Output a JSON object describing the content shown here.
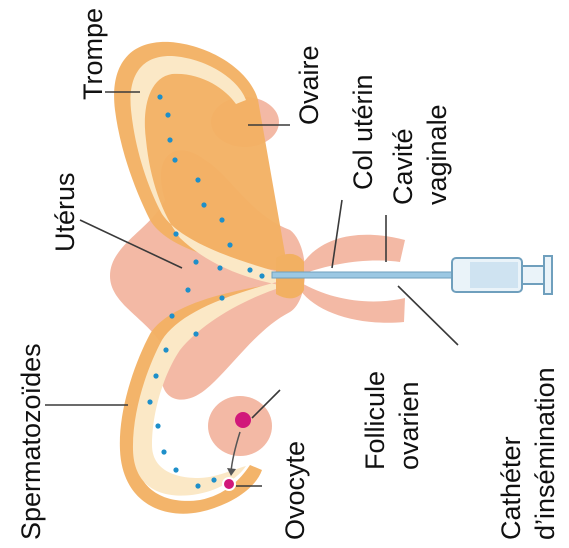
{
  "labels": {
    "trompe": "Trompe",
    "ovaire": "Ovaire",
    "col_uterin": "Col utérin",
    "cavite_line1": "Cavité",
    "cavite_line2": "vaginale",
    "uterus": "Utérus",
    "spermatozoides": "Spermatozoïdes",
    "follicule_line1": "Follicule",
    "follicule_line2": "ovarien",
    "ovocyte": "Ovocyte",
    "catheter_line1": "Cathéter",
    "catheter_line2": "d’insémination"
  },
  "colors": {
    "tissue": "#f3b9a5",
    "tube_wall": "#f2b062",
    "tube_lumen": "#fbe8c6",
    "sperm": "#1e8fc9",
    "oocyte": "#d1187a",
    "catheter": "#9cc8e3"
  }
}
